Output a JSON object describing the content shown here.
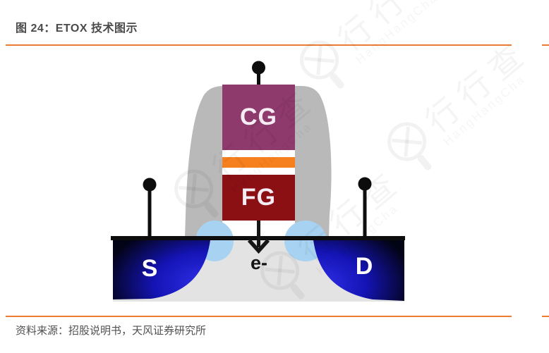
{
  "figure": {
    "title": "图 24：ETOX 技术图示",
    "source_note": "资料来源：招股说明书，天风证券研究所"
  },
  "diagram": {
    "control_gate_label": "CG",
    "floating_gate_label": "FG",
    "source_label": "S",
    "drain_label": "D",
    "electron_label": "e-",
    "colors": {
      "control_gate": "#8e3a6c",
      "tunnel_oxide_stripe": "#f6801e",
      "floating_gate": "#8a1014",
      "gate_body_gray": "#b9b9b9",
      "substrate_gray": "#e3e3e3",
      "well_dark_blue": "#030316",
      "well_bright_blue": "#3030e8",
      "gate_oxide_light_blue": "#a8d2f2",
      "terminal_black": "#0d0d0d",
      "rule_orange": "#ed7d31",
      "title_gray": "#4a4a4a"
    }
  },
  "watermark": {
    "text": "行行查",
    "subtext": "HangHangCha"
  }
}
